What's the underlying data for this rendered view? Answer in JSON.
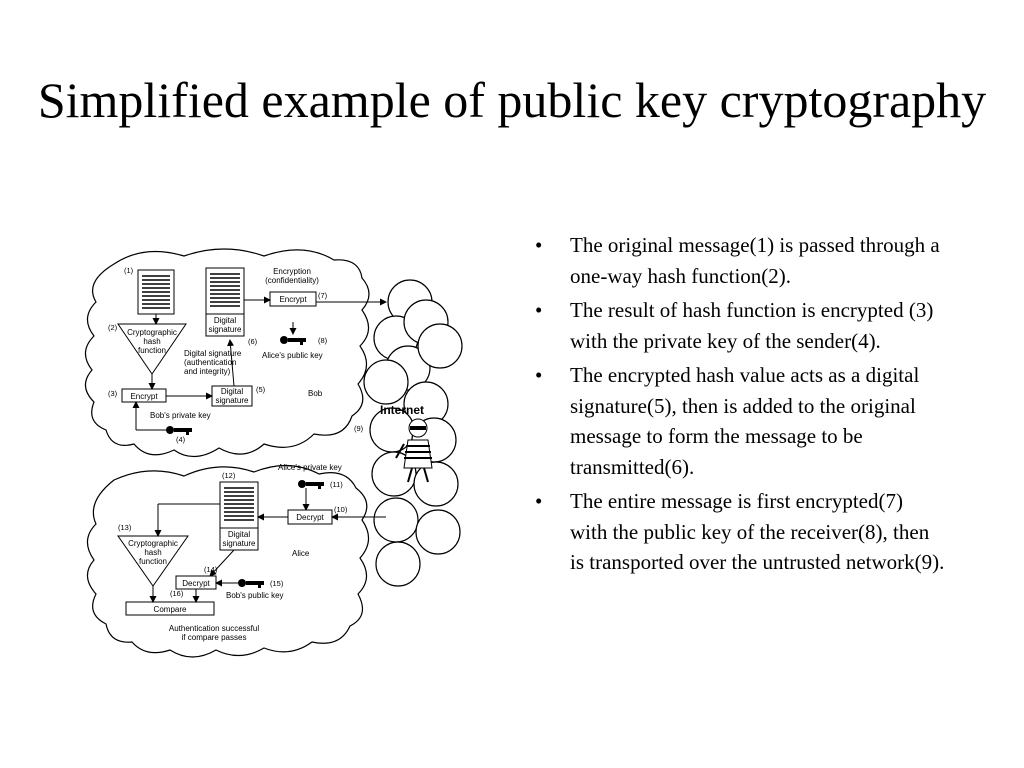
{
  "slide": {
    "title": "Simplified example of public key cryptography"
  },
  "bullets": [
    "The original message(1) is passed through a one-way hash function(2).",
    "The result of hash function is encrypted (3) with the private key of the sender(4).",
    "The encrypted hash value acts as a digital signature(5), then is added to the original message to form the message to be transmitted(6).",
    "The entire message is first encrypted(7) with the public key of the receiver(8), then is transported over the untrusted network(9)."
  ],
  "diagram": {
    "bob": {
      "name": "Bob",
      "n1": "(1)",
      "n2": "(2)",
      "n3": "(3)",
      "n4": "(4)",
      "n5": "(5)",
      "n6": "(6)",
      "n7": "(7)",
      "n8": "(8)",
      "hash_line1": "Cryptographic",
      "hash_line2": "hash",
      "hash_line3": "function",
      "sig_line1": "Digital",
      "sig_line2": "signature",
      "encryption_line1": "Encryption",
      "encryption_line2": "(confidentiality)",
      "encrypt": "Encrypt",
      "encrypt_small": "Encrypt",
      "alice_public_key": "Alice's public key",
      "ds_note_line1": "Digital signature",
      "ds_note_line2": "(authentication",
      "ds_note_line3": "and integrity)",
      "ds5_line1": "Digital",
      "ds5_line2": "signature",
      "bob_private_key": "Bob's private key"
    },
    "internet": {
      "label": "Internet",
      "n9": "(9)"
    },
    "alice": {
      "name": "Alice",
      "n10": "(10)",
      "n11": "(11)",
      "n12": "(12)",
      "n13": "(13)",
      "n14": "(14)",
      "n15": "(15)",
      "n16": "(16)",
      "alice_private_key": "Alice's private key",
      "decrypt": "Decrypt",
      "sig_line1": "Digital",
      "sig_line2": "signature",
      "hash_line1": "Cryptographic",
      "hash_line2": "hash",
      "hash_line3": "function",
      "decrypt_small": "Decrypt",
      "bob_public_key": "Bob's public key",
      "compare": "Compare",
      "auth_line1": "Authentication successful",
      "auth_line2": "if compare passes"
    }
  }
}
